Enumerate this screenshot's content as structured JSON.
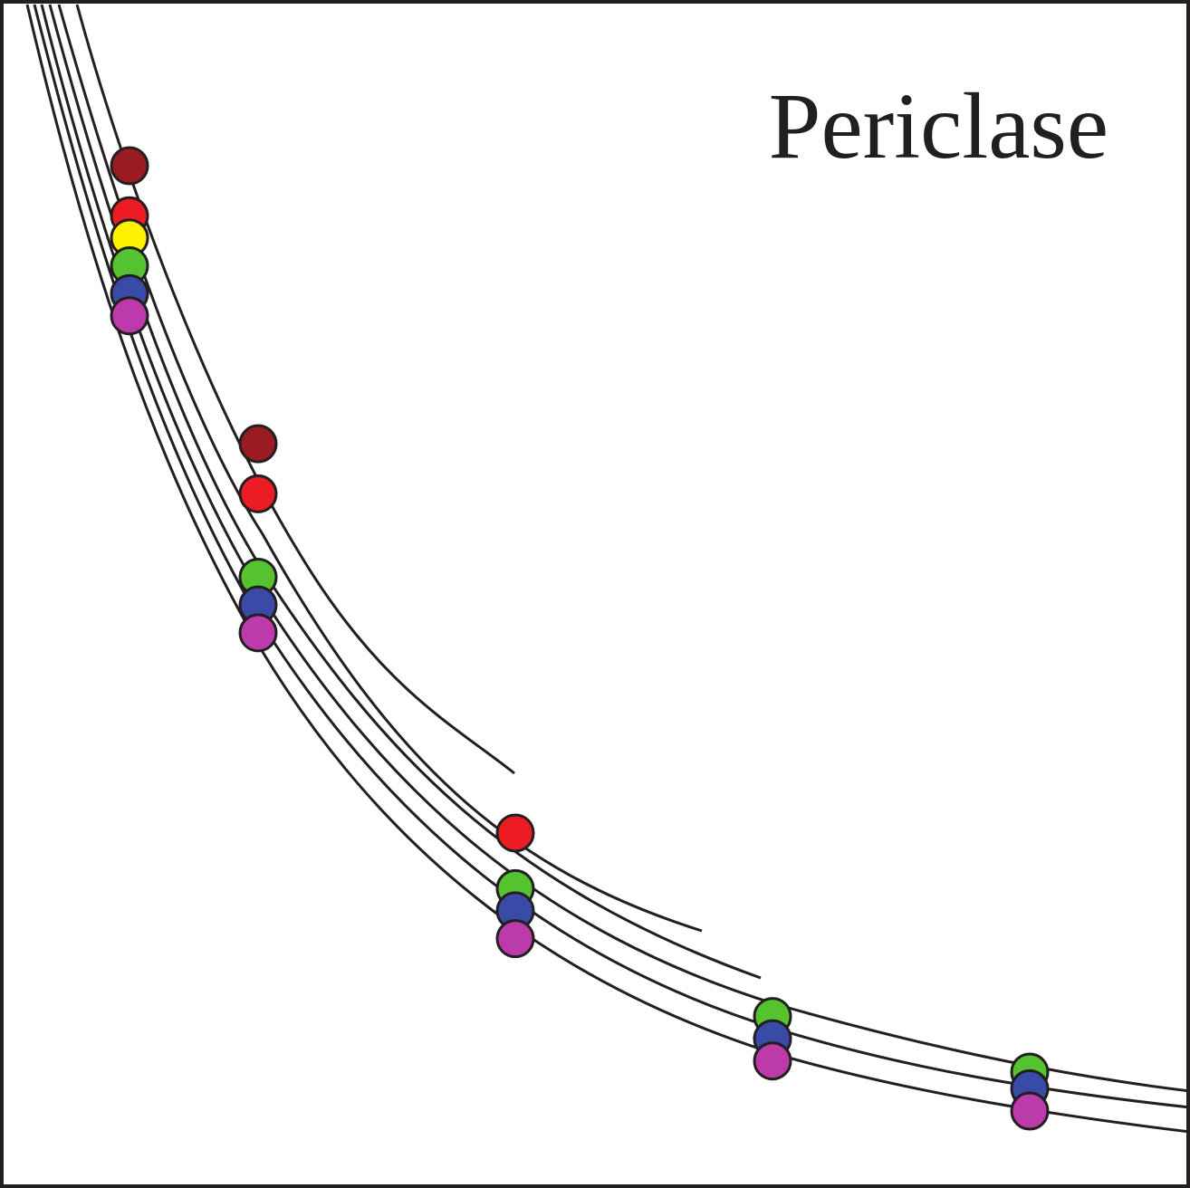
{
  "chart_data": {
    "type": "scatter",
    "title": "Periclase",
    "xlabel": "",
    "ylabel": "",
    "grid": false,
    "legend": "none",
    "axis_ticks": "none",
    "series": [
      {
        "color": "#9b1b22",
        "points": [
          [
            1,
            9.0
          ],
          [
            2,
            6.5
          ]
        ]
      },
      {
        "color": "#ed1c24",
        "points": [
          [
            1,
            8.55
          ],
          [
            2,
            6.05
          ],
          [
            4,
            3.0
          ]
        ]
      },
      {
        "color": "#fff200",
        "points": [
          [
            1,
            8.35
          ]
        ]
      },
      {
        "color": "#55c22f",
        "points": [
          [
            1,
            8.1
          ],
          [
            2,
            5.3
          ],
          [
            4,
            2.5
          ],
          [
            6,
            1.35
          ],
          [
            8,
            0.85
          ]
        ]
      },
      {
        "color": "#3a4aa7",
        "points": [
          [
            1,
            7.85
          ],
          [
            2,
            5.05
          ],
          [
            4,
            2.3
          ],
          [
            6,
            1.15
          ],
          [
            8,
            0.7
          ]
        ]
      },
      {
        "color": "#bd3aaa",
        "points": [
          [
            1,
            7.65
          ],
          [
            2,
            4.8
          ],
          [
            4,
            2.05
          ],
          [
            6,
            0.95
          ],
          [
            8,
            0.5
          ]
        ]
      }
    ]
  }
}
